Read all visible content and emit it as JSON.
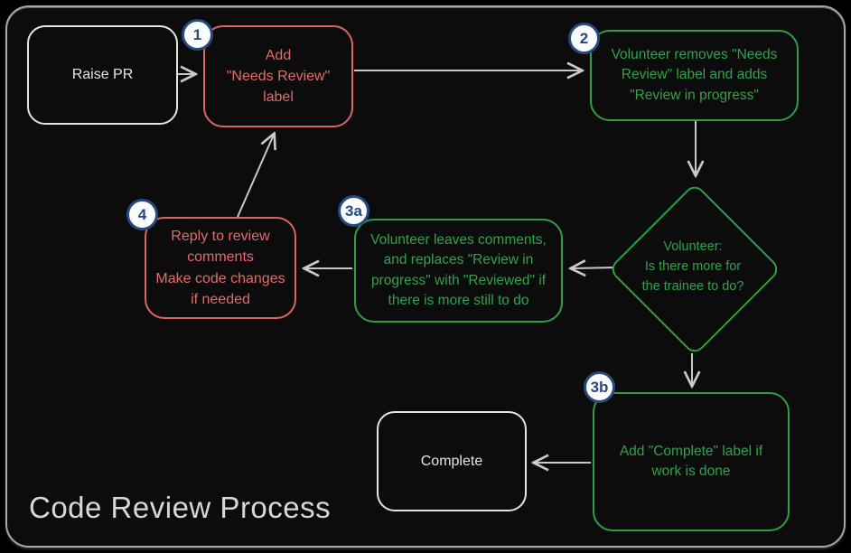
{
  "title": "Code Review Process",
  "colors": {
    "background": "#0c0c0c",
    "frame_border": "#a8a8a8",
    "red_accent": "#dd6363",
    "green_accent": "#2f9e44",
    "white_accent": "#e4e4e4",
    "badge_navy": "#28497c",
    "badge_fill": "#fbfcff",
    "arrow_gray": "#c9c9c9"
  },
  "nodes": {
    "raise_pr": {
      "label": "Raise PR"
    },
    "add_needs_review": {
      "badge": "1",
      "label": "Add\n\"Needs Review\"\nlabel"
    },
    "volunteer_removes": {
      "badge": "2",
      "label": "Volunteer removes \"Needs\nReview\" label and adds\n\"Review in progress\""
    },
    "decision": {
      "label": "Volunteer:\nIs there more for\nthe trainee to do?"
    },
    "volunteer_leaves": {
      "badge": "3a",
      "label": "Volunteer leaves comments,\nand replaces \"Review in\nprogress\" with \"Reviewed\" if\nthere is more still to do"
    },
    "reply_comments": {
      "badge": "4",
      "label": "Reply to review\ncomments\nMake code changes\nif needed"
    },
    "add_complete": {
      "badge": "3b",
      "label": "Add \"Complete\" label if\nwork is done"
    },
    "complete": {
      "label": "Complete"
    }
  }
}
